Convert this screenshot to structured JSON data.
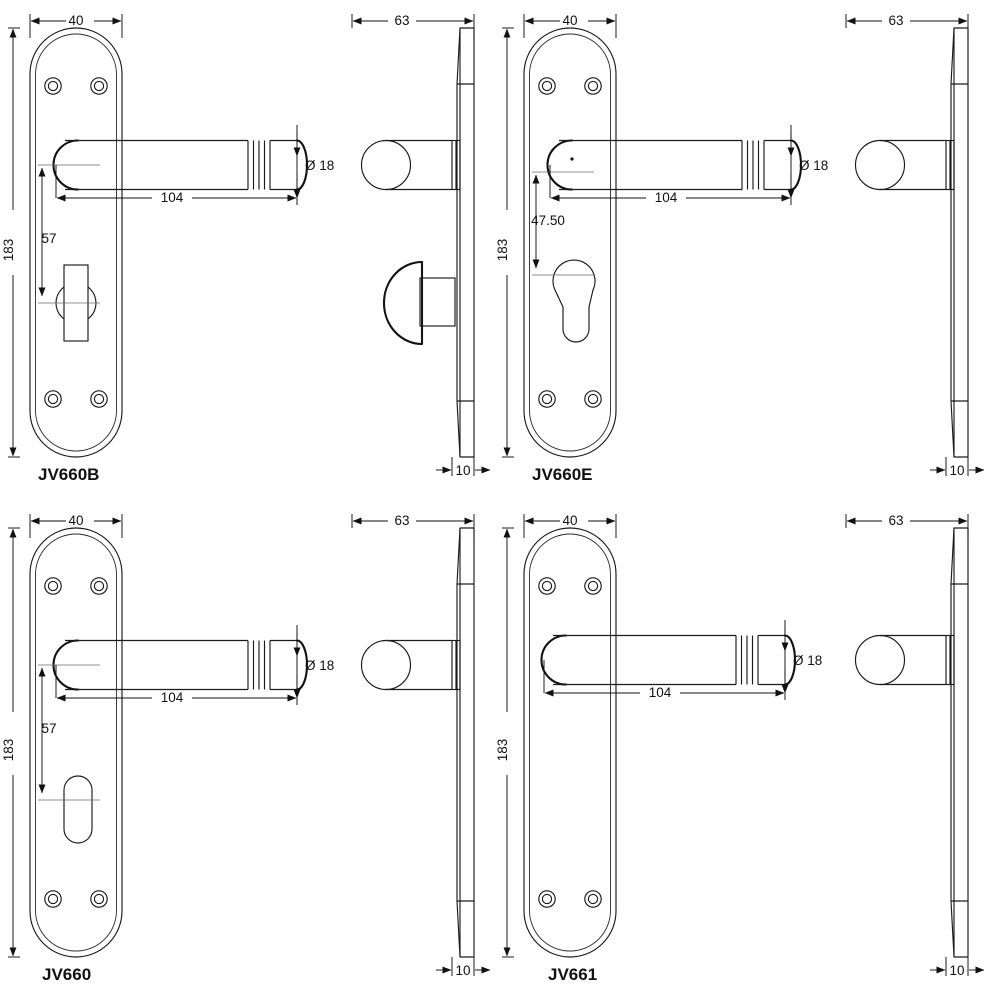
{
  "drawing": {
    "type": "engineering-drawing",
    "subject": "door handle lever on backplate - four variants",
    "units": "mm",
    "line_color": "#1a1a1a",
    "background": "#ffffff",
    "views_per_variant": [
      "front-elevation",
      "side-elevation"
    ]
  },
  "dimension_labels": {
    "plate_width": "40",
    "plate_height": "183",
    "lever_projection": "104",
    "lever_diameter": "Ø 18",
    "side_depth": "63",
    "plate_thickness": "10",
    "centre_to_keyhole_57": "57",
    "centre_to_keyhole_4750": "47.50"
  },
  "variants": [
    {
      "id": "jv660b",
      "label": "JV660B",
      "centre_dim": "57",
      "front_feature": "thumbturn",
      "side_feature": "thumbturn-knob",
      "dims": {
        "width": "40",
        "height": "183",
        "lever": "104",
        "dia": "Ø 18",
        "depth": "63",
        "thickness": "10"
      }
    },
    {
      "id": "jv660e",
      "label": "JV660E",
      "centre_dim": "47.50",
      "front_feature": "euro-cylinder-keyhole",
      "side_feature": "none",
      "dims": {
        "width": "40",
        "height": "183",
        "lever": "104",
        "dia": "Ø 18",
        "depth": "63",
        "thickness": "10"
      }
    },
    {
      "id": "jv660",
      "label": "JV660",
      "centre_dim": "57",
      "front_feature": "oval-bathroom-keyhole",
      "side_feature": "none",
      "dims": {
        "width": "40",
        "height": "183",
        "lever": "104",
        "dia": "Ø 18",
        "depth": "63",
        "thickness": "10"
      }
    },
    {
      "id": "jv661",
      "label": "JV661",
      "centre_dim": "",
      "front_feature": "latch-plain",
      "side_feature": "none",
      "dims": {
        "width": "40",
        "height": "183",
        "lever": "104",
        "dia": "Ø 18",
        "depth": "63",
        "thickness": "10"
      }
    }
  ]
}
